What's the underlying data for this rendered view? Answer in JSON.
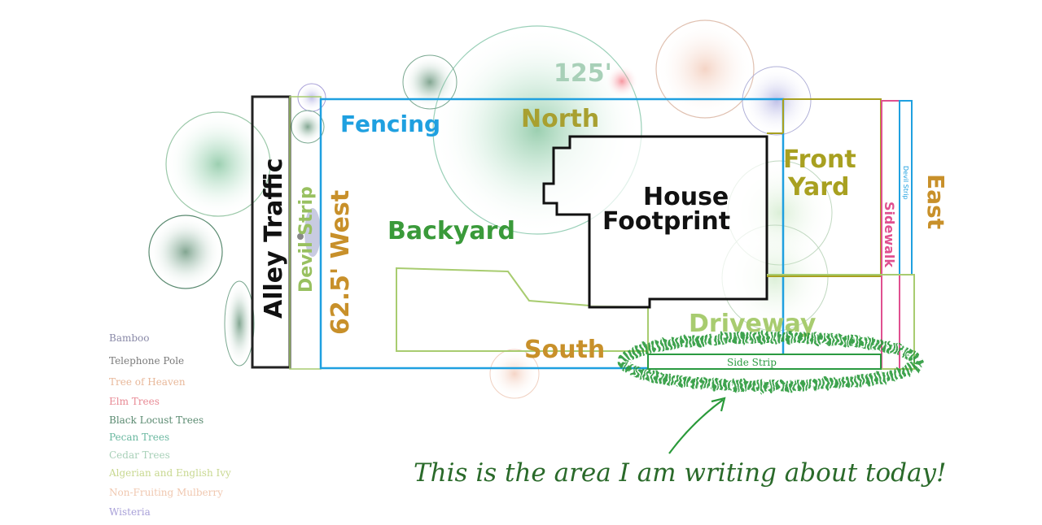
{
  "labels": {
    "alley": "Alley Traffic",
    "devil_strip_west": "Devil Strip",
    "west": "62.5' West",
    "fencing": "Fencing",
    "north_dim": "125'",
    "north": "North",
    "house_line1": "House",
    "house_line2": "Footprint",
    "backyard": "Backyard",
    "front_line1": "Front",
    "front_line2": "Yard",
    "devil_strip_east": "Devil Strip",
    "sidewalk": "Sidewalk",
    "east": "East",
    "driveway": "Driveway",
    "south": "South",
    "side_strip": "Side Strip",
    "callout": "This is the area I am writing about today!"
  },
  "legend": [
    {
      "label": "Bamboo",
      "color": "#8a8aa8"
    },
    {
      "label": "Telephone Pole",
      "color": "#7a7a7a"
    },
    {
      "label": "Tree of Heaven",
      "color": "#e8b89a"
    },
    {
      "label": "Elm Trees",
      "color": "#e88a95"
    },
    {
      "label": "Black Locust Trees",
      "color": "#5a8a70"
    },
    {
      "label": "Pecan Trees",
      "color": "#6ab8a0"
    },
    {
      "label": "Cedar Trees",
      "color": "#a8d0b8"
    },
    {
      "label": "Algerian and English Ivy",
      "color": "#c8d890"
    },
    {
      "label": "Non-Fruiting Mulberry",
      "color": "#f0c8b0"
    },
    {
      "label": "Wisteria",
      "color": "#a8a0d8"
    }
  ],
  "colors": {
    "fence": "#1fa0e0",
    "house": "#111111",
    "front_yard": "#a8a020",
    "sidewalk": "#e05090",
    "driveway": "#a8cc70",
    "side_strip": "#2a9a40",
    "highlight": "#2a9a3a",
    "callout_text": "#2a6a2a"
  }
}
